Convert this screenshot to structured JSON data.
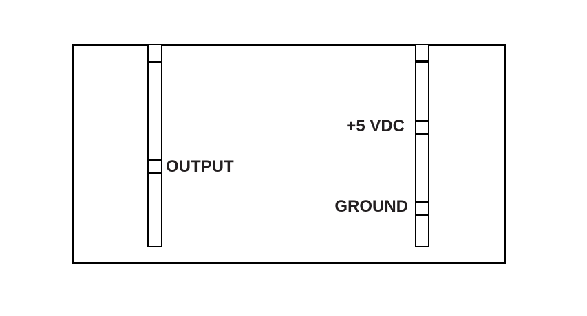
{
  "labels": {
    "output": "OUTPUT",
    "power": "+5 VDC",
    "ground": "GROUND"
  },
  "colors": {
    "line": "#000000",
    "text": "#231f20",
    "background": "#ffffff"
  }
}
